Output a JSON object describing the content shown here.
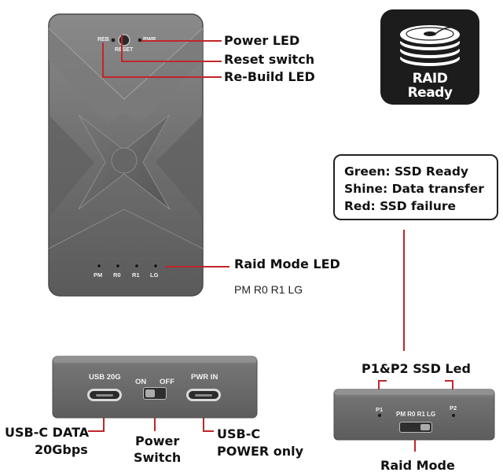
{
  "front_panel": {
    "reb_label": "REB",
    "pwr_label": "PWR",
    "reset_label": "RESET",
    "mode_leds": [
      "PM",
      "R0",
      "R1",
      "LG"
    ]
  },
  "callouts": {
    "power_led": "Power LED",
    "reset_switch": "Reset switch",
    "rebuild_led": "Re-Build LED",
    "raid_mode_led": "Raid Mode LED",
    "raid_mode_sub": "PM R0 R1 LG"
  },
  "raid_badge": {
    "line1": "RAID",
    "line2": "Ready"
  },
  "legend": {
    "line1": "Green: SSD Ready",
    "line2": "Shine: Data transfer",
    "line3": "Red: SSD failure"
  },
  "back_panel": {
    "usb_label": "USB 20G",
    "on_label": "ON",
    "off_label": "OFF",
    "pwr_in_label": "PWR IN"
  },
  "back_callouts": {
    "usb_data_1": "USB-C DATA",
    "usb_data_2": "20Gbps",
    "power_switch_1": "Power",
    "power_switch_2": "Switch",
    "usb_power_1": "USB-C",
    "usb_power_2": "POWER only"
  },
  "side_panel": {
    "title": "P1&P2 SSD Led",
    "p1": "P1",
    "p2": "P2",
    "modes": "PM  R0  R1  LG",
    "raid_mode": "Raid Mode"
  },
  "colors": {
    "callout_line": "#c0262b",
    "device_body": "#6d6d6d",
    "badge_bg": "#1c1c1c"
  }
}
